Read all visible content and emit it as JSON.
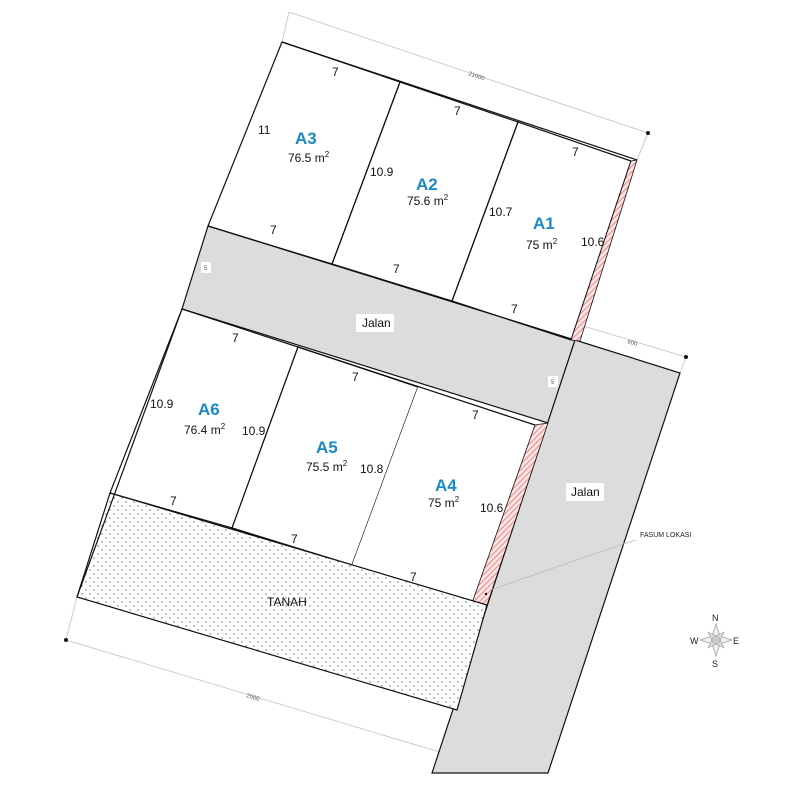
{
  "lots": [
    {
      "id": "A1",
      "area": "75 m",
      "sup": "2",
      "side": "10.6",
      "left": "10.7",
      "top": "7",
      "bottom": "7"
    },
    {
      "id": "A2",
      "area": "75.6 m",
      "sup": "2",
      "left": "10.9",
      "top": "7",
      "bottom": "7"
    },
    {
      "id": "A3",
      "area": "76.5 m",
      "sup": "2",
      "left": "11",
      "top": "7",
      "bottom": "7"
    },
    {
      "id": "A4",
      "area": "75 m",
      "sup": "2",
      "side": "10.6",
      "left": "10.8",
      "top": "7",
      "bottom": "7"
    },
    {
      "id": "A5",
      "area": "75.5 m",
      "sup": "2",
      "left": "10.9",
      "top": "7",
      "bottom": "7"
    },
    {
      "id": "A6",
      "area": "76.4 m",
      "sup": "2",
      "left": "10.9",
      "top": "7",
      "bottom": "7"
    }
  ],
  "roads": {
    "horizontal": "Jalan",
    "vertical": "Jalan",
    "width_left": "5",
    "width_right": "5"
  },
  "tanah_label": "TANAH",
  "fasum_label": "FASUM LOKASI",
  "dimensions": {
    "top": "21000",
    "right": "600",
    "bottom": "2000"
  },
  "compass": {
    "n": "N",
    "s": "S",
    "e": "E",
    "w": "W"
  },
  "colors": {
    "lot_label": "#1a8ac4",
    "road": "#dcdcdc",
    "fasum_hatch": "#d9534f"
  }
}
